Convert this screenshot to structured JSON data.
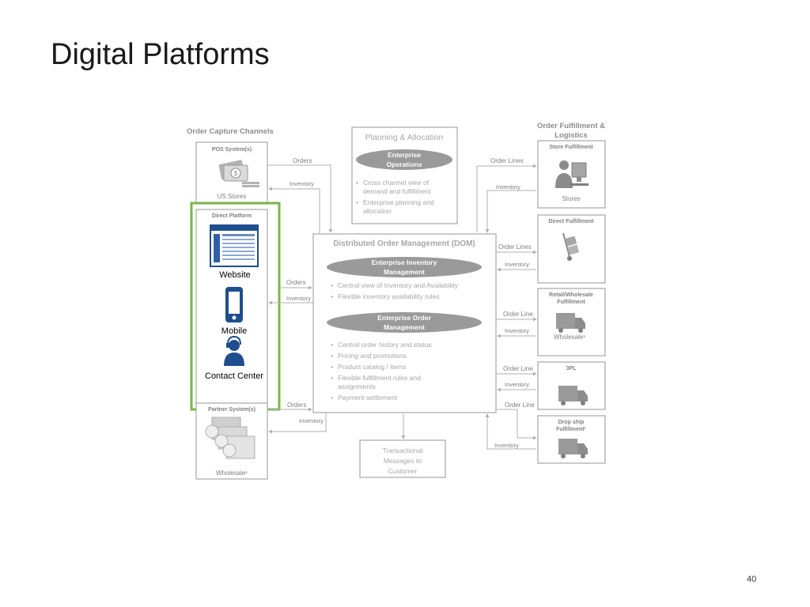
{
  "slide": {
    "title": "Digital Platforms",
    "page_number": "40"
  },
  "capture": {
    "heading": "Order Capture Channels",
    "pos_title": "POS System(s)",
    "pos_caption": "US Stores",
    "direct_title": "Direct Platform",
    "website": "Website",
    "mobile": "Mobile",
    "contact": "Contact Center",
    "partner_title": "Partner System(s)",
    "partner_caption": "Wholesale¹"
  },
  "planning": {
    "title": "Planning & Allocation",
    "pill": [
      "Enterprise",
      "Operations"
    ],
    "bullets": [
      [
        "Cross channel view of",
        "demand and fulfillment"
      ],
      [
        "Enterprise planning and",
        "allocation"
      ]
    ]
  },
  "dom": {
    "title": "Distributed Order Management (DOM)",
    "pill1": [
      "Enterprise Inventory",
      "Management"
    ],
    "bullets1": [
      "Central view of Inventory and Availability",
      "Flexible inventory availability rules"
    ],
    "pill2": [
      "Enterprise Order",
      "Management"
    ],
    "bullets2": [
      [
        "Central order history and status"
      ],
      [
        "Pricing and promotions"
      ],
      [
        "Product catalog / items"
      ],
      [
        "Flexible fulfillment rules and",
        "assignments"
      ],
      [
        "Payment settlement"
      ]
    ]
  },
  "transactional": [
    "Transactional",
    "Messages to",
    "Customer"
  ],
  "fulfillment": {
    "heading": [
      "Order Fulfillment &",
      "Logistics"
    ],
    "store_title": "Store Fulfillment",
    "store_caption": "Stores",
    "direct_title": "Direct Fulfillment",
    "retail_title": [
      "Retail/Wholesale",
      "Fulfillment"
    ],
    "retail_caption": "Wholesale¹",
    "threepl_title": "3PL",
    "dropship_title": [
      "Drop ship",
      "Fulfillment¹"
    ]
  },
  "flows": {
    "orders": "Orders",
    "inventory": "Inventory",
    "order_lines": "Order Lines",
    "order_line": "Order Line"
  },
  "colors": {
    "highlight": "#7ab648",
    "box_border": "#a6a6a6",
    "pill": "#9a9a9a",
    "icon_blue": "#1f4e8c"
  }
}
